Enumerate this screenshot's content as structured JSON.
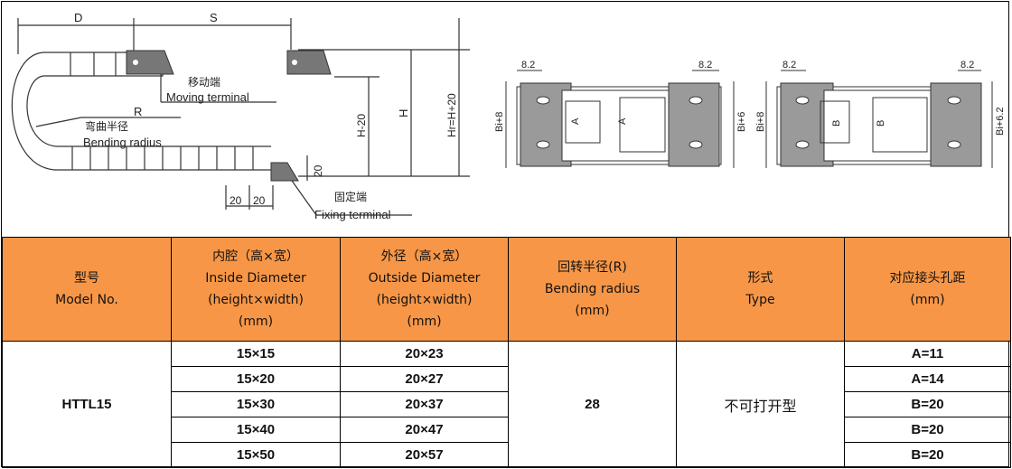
{
  "diagram": {
    "side_view": {
      "dim_D": "D",
      "dim_S": "S",
      "dim_R": "R",
      "dim_H": "H",
      "dim_H_minus": "H-20",
      "dim_Hr": "Hr=H+20",
      "dim_20_vertical": "20",
      "pitch_1": "20",
      "pitch_2": "20",
      "moving_cn": "移动端",
      "moving_en": "Moving terminal",
      "bending_cn": "弯曲半径",
      "bending_en": "Bending radius",
      "fixing_cn": "固定端",
      "fixing_en": "Fixing terminal"
    },
    "left_link": {
      "dim_top_left": "8.2",
      "dim_top_right": "8.2",
      "dim_left": "Bi+8",
      "dim_right": "Bi+6",
      "label_a_small": "A",
      "label_a_big": "A"
    },
    "right_link": {
      "dim_top_left": "8.2",
      "dim_top_right": "8.2",
      "dim_left": "Bi+8",
      "dim_right": "Bi+6.2",
      "label_b_small": "B",
      "label_b_big": "B"
    }
  },
  "table": {
    "headers": [
      {
        "cn": "型号",
        "en": "Model No.",
        "unit": ""
      },
      {
        "cn": "内腔（高×宽）",
        "en": "Inside Diameter",
        "sub": "(height×width)",
        "unit": "(mm)"
      },
      {
        "cn": "外径（高×宽）",
        "en": "Outside Diameter",
        "sub": "(height×width)",
        "unit": "(mm)"
      },
      {
        "cn": "回转半径(R)",
        "en": "Bending radius",
        "unit": "(mm)"
      },
      {
        "cn": "形式",
        "en": "Type",
        "unit": ""
      },
      {
        "cn": "对应接头孔距",
        "en": "(mm)",
        "unit": ""
      }
    ],
    "model": "HTTL15",
    "bending_radius": "28",
    "type": "不可打开型",
    "rows": [
      {
        "inside": "15×15",
        "outside": "20×23",
        "hole": "A=11"
      },
      {
        "inside": "15×20",
        "outside": "20×27",
        "hole": "A=14"
      },
      {
        "inside": "15×30",
        "outside": "20×37",
        "hole": "B=20"
      },
      {
        "inside": "15×40",
        "outside": "20×47",
        "hole": "B=20"
      },
      {
        "inside": "15×50",
        "outside": "20×57",
        "hole": "B=20"
      }
    ]
  }
}
